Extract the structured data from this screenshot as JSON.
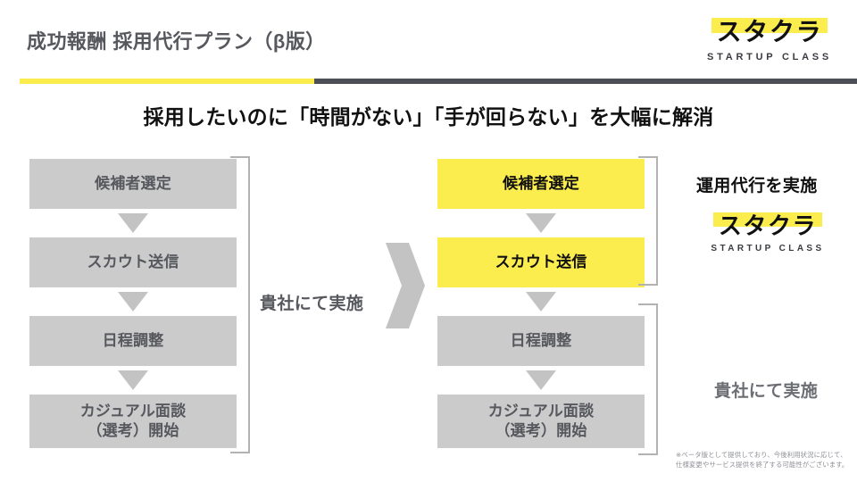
{
  "header": {
    "title": "成功報酬 採用代行プラン（β版）",
    "rule_yellow_color": "#FBED4E",
    "rule_dark_color": "#4D4F56",
    "logo": {
      "mark": "スタクラ",
      "sub": "STARTUP CLASS"
    }
  },
  "headline": "採用したいのに「時間がない」「手が回らない」を大幅に解消",
  "flow_left": {
    "steps": [
      {
        "label": "候補者選定",
        "style": "gray"
      },
      {
        "label": "スカウト送信",
        "style": "gray"
      },
      {
        "label": "日程調整",
        "style": "gray"
      },
      {
        "label": "カジュアル面談\n（選考）開始",
        "style": "gray"
      }
    ],
    "bracket_label": "貴社にて実施"
  },
  "flow_right": {
    "steps": [
      {
        "label": "候補者選定",
        "style": "yellow"
      },
      {
        "label": "スカウト送信",
        "style": "yellow"
      },
      {
        "label": "日程調整",
        "style": "gray"
      },
      {
        "label": "カジュアル面談\n（選考）開始",
        "style": "gray"
      }
    ],
    "bracket_top_label": "運用代行を実施",
    "bracket_bottom_label": "貴社にて実施",
    "logo": {
      "mark": "スタクラ",
      "sub": "STARTUP CLASS"
    }
  },
  "colors": {
    "yellow": "#FBED4E",
    "gray_box": "#CBCBCB",
    "text_gray": "#56585E",
    "bracket": "#B2B2B2",
    "arrow_gray": "#C3C3C3"
  },
  "footnote": {
    "line1": "※ベータ版として提供しており、今後利用状況に応じて、",
    "line2": "仕様変更やサービス提供を終了する可能性がございます。"
  }
}
